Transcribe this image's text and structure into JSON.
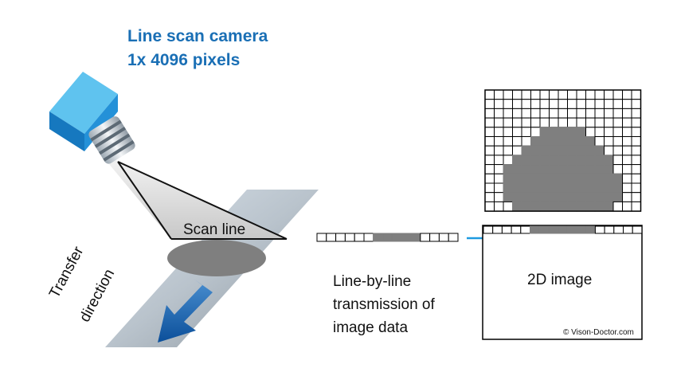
{
  "camera": {
    "title_line1": "Line scan camera",
    "title_line2": "1x 4096 pixels"
  },
  "scan": {
    "label": "Scan line"
  },
  "transfer": {
    "line1": "Transfer",
    "line2": "direction"
  },
  "transmission": {
    "line1": "Line-by-line",
    "line2": "transmission of",
    "line3": "image data"
  },
  "output": {
    "label": "2D image"
  },
  "copyright": "© Vison-Doctor.com",
  "colors": {
    "accent": "#1a6fb5",
    "arrow": "#1e9ae0",
    "pixel_fill": "#7f7f7f"
  },
  "icons": {
    "camera": "line-scan-camera-icon",
    "transfer_arrow": "down-arrow-icon",
    "transmit_arrow": "right-arrow-icon"
  }
}
